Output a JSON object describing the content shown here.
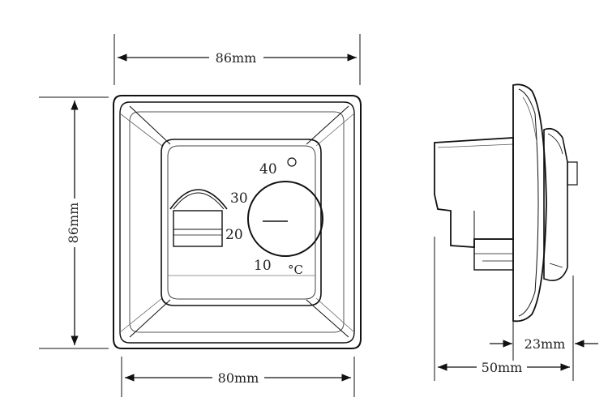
{
  "front_view": {
    "width_label": "86mm",
    "height_label": "86mm",
    "inner_width_label": "80mm",
    "scale": {
      "top": "40",
      "upper": "30",
      "middle": "20",
      "bottom": "10",
      "unit": "°C"
    }
  },
  "side_view": {
    "depth_total_label": "50mm",
    "depth_front_label": "23mm"
  }
}
